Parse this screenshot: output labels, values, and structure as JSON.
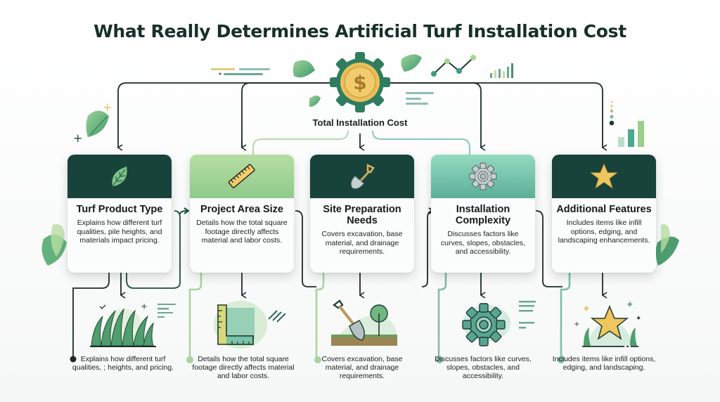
{
  "title": "What Really Determines Artificial Turf Installation Cost",
  "hub": {
    "label": "Total Installation Cost",
    "icon": "dollar-gear-icon"
  },
  "colors": {
    "dark_green": "#17433a",
    "light_green": "#a6d597",
    "teal": "#7fcfb5",
    "gold": "#e9bf5a",
    "line": "#1c2a26"
  },
  "cards": [
    {
      "title": "Turf Product Type",
      "description": "Explains how different turf qualities, pile heights, and materials impact pricing.",
      "icon": "leaf-icon",
      "header_color": "#17433a",
      "detail": "Explains how different turf qualities, ; heights, and pricing.",
      "detail_icon": "grass-icon"
    },
    {
      "title": "Project Area Size",
      "description": "Details how the total square footage directly affects material and labor costs.",
      "icon": "ruler-icon",
      "header_color": "#a6d597",
      "detail": "Details how the total square footage directly affects material and labor costs.",
      "detail_icon": "measuring-square-icon"
    },
    {
      "title": "Site Preparation Needs",
      "description": "Covers excavation, base material, and drainage requirements.",
      "icon": "shovel-icon",
      "header_color": "#17433a",
      "detail": "Covers excavation, base material, and drainage requirements.",
      "detail_icon": "shovel-ground-icon"
    },
    {
      "title": "Installation Complexity",
      "description": "Discusses factors like curves, slopes, obstacles, and accessibility.",
      "icon": "gear-icon",
      "header_color": "#7fcfb5",
      "detail": "Discusses factors like curves, slopes, obstacles, and accessibility.",
      "detail_icon": "gear-icon"
    },
    {
      "title": "Additional Features",
      "description": "Includes items like infill options, edging, and landscaping enhancements.",
      "icon": "star-icon",
      "header_color": "#17433a",
      "detail": "Includes items like infill options, edging, and landscaping.",
      "detail_icon": "star-grass-icon"
    }
  ]
}
